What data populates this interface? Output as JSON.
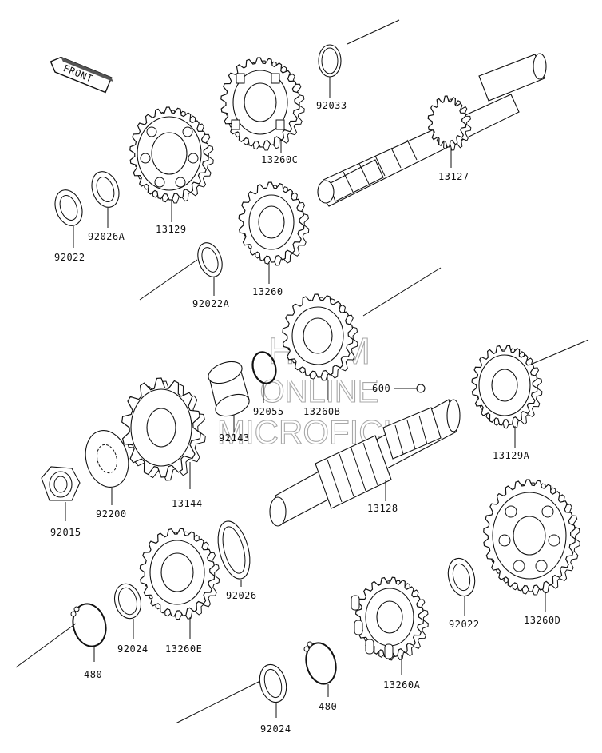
{
  "diagram": {
    "front_label": "FRONT",
    "watermark": [
      "HLSM",
      "ONLINE",
      "MICROFICHE"
    ],
    "parts": [
      {
        "id": "p92033",
        "number": "92033",
        "kind": "circlip"
      },
      {
        "id": "p13260C",
        "number": "13260C",
        "kind": "gear"
      },
      {
        "id": "p13127",
        "number": "13127",
        "kind": "shaft"
      },
      {
        "id": "p13129",
        "number": "13129",
        "kind": "gear"
      },
      {
        "id": "p92026A",
        "number": "92026A",
        "kind": "washer"
      },
      {
        "id": "p92022-top",
        "number": "92022",
        "kind": "washer"
      },
      {
        "id": "p13260",
        "number": "13260",
        "kind": "gear"
      },
      {
        "id": "p92022A",
        "number": "92022A",
        "kind": "washer"
      },
      {
        "id": "p13260B",
        "number": "13260B",
        "kind": "gear"
      },
      {
        "id": "p92055",
        "number": "92055",
        "kind": "o-ring"
      },
      {
        "id": "p92143",
        "number": "92143",
        "kind": "collar"
      },
      {
        "id": "p600",
        "number": "600",
        "kind": "ball"
      },
      {
        "id": "p13129A",
        "number": "13129A",
        "kind": "gear"
      },
      {
        "id": "p13144",
        "number": "13144",
        "kind": "sprocket"
      },
      {
        "id": "p92200",
        "number": "92200",
        "kind": "washer"
      },
      {
        "id": "p92015",
        "number": "92015",
        "kind": "nut"
      },
      {
        "id": "p13128",
        "number": "13128",
        "kind": "shaft"
      },
      {
        "id": "p92026",
        "number": "92026",
        "kind": "washer"
      },
      {
        "id": "p13260E",
        "number": "13260E",
        "kind": "gear"
      },
      {
        "id": "p92024-left",
        "number": "92024",
        "kind": "washer"
      },
      {
        "id": "p480-left",
        "number": "480",
        "kind": "circlip"
      },
      {
        "id": "p13260D",
        "number": "13260D",
        "kind": "gear"
      },
      {
        "id": "p92022-right",
        "number": "92022",
        "kind": "washer"
      },
      {
        "id": "p13260A",
        "number": "13260A",
        "kind": "gear"
      },
      {
        "id": "p480-right",
        "number": "480",
        "kind": "circlip"
      },
      {
        "id": "p92024-bottom",
        "number": "92024",
        "kind": "washer"
      }
    ]
  }
}
